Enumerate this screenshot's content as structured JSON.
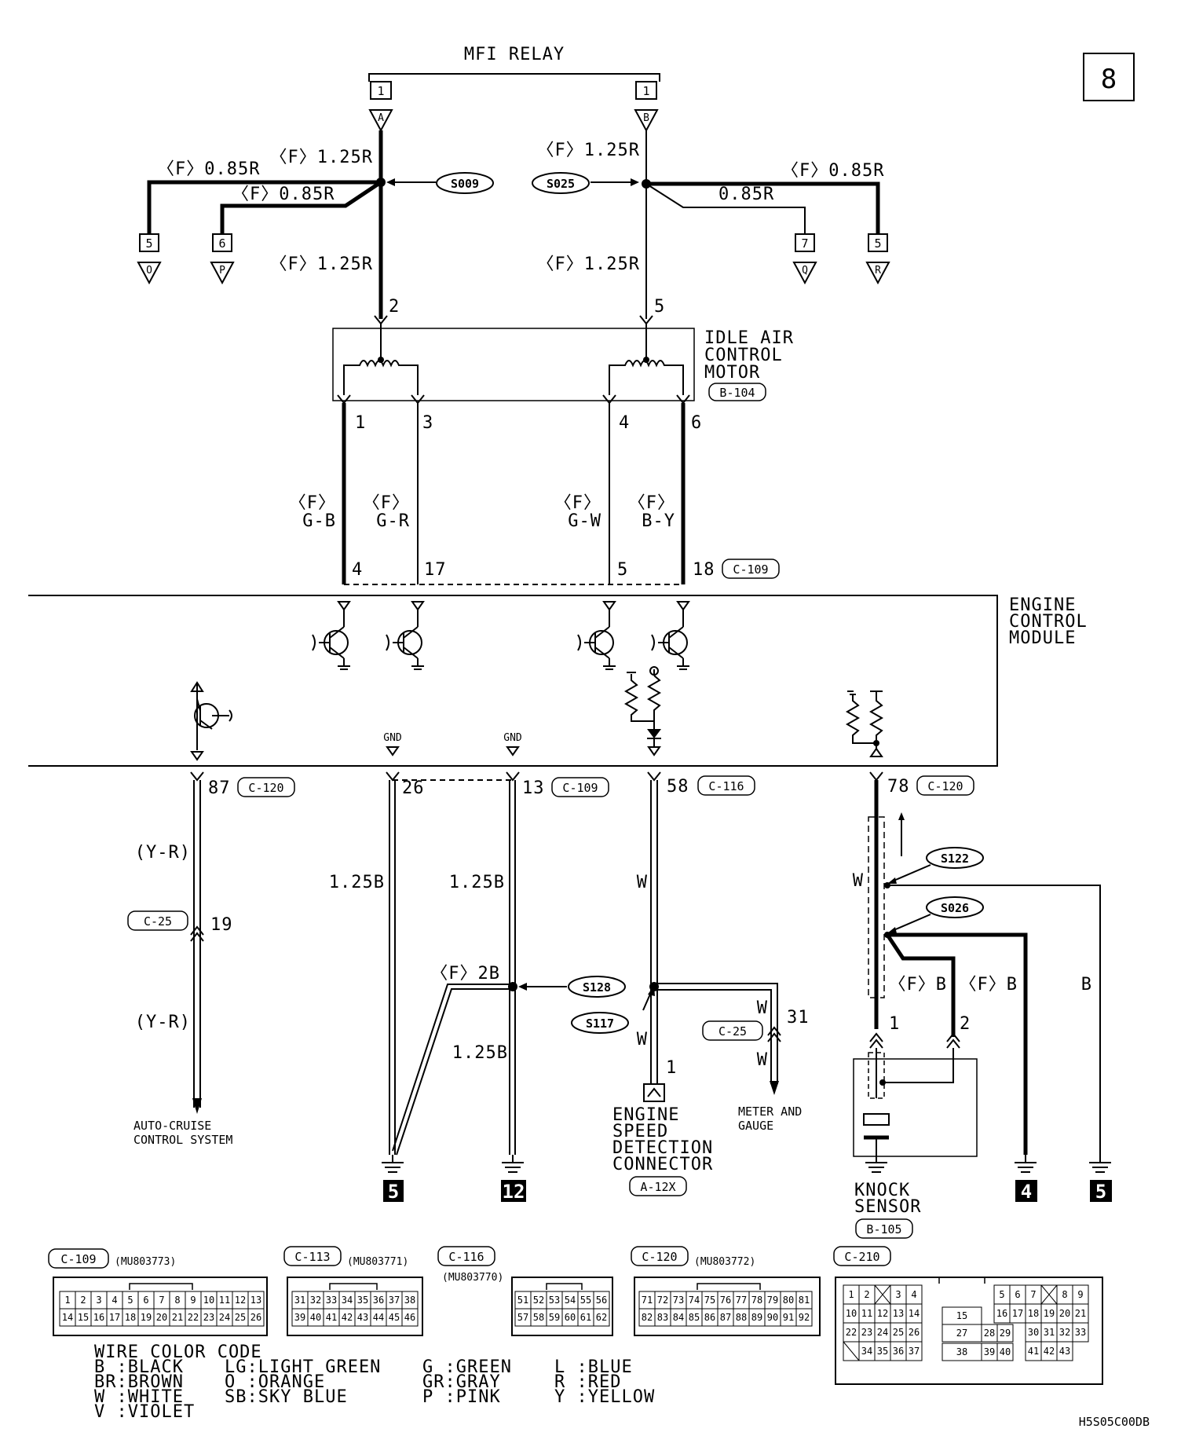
{
  "page_number": "8",
  "diagram_code": "H5S05C00DB",
  "relay": {
    "title": "MFI RELAY",
    "connector_left": "1",
    "connector_right": "1",
    "terminal_left": "A",
    "terminal_right": "B"
  },
  "splices": {
    "s009": "S009",
    "s025": "S025",
    "s128": "S128",
    "s117": "S117",
    "s122": "S122",
    "s026": "S026"
  },
  "wires": {
    "l_top": "〈F〉1.25R",
    "l_mid": "〈F〉1.25R",
    "l_b1": "〈F〉0.85R",
    "l_b2": "〈F〉0.85R",
    "r_top": "〈F〉1.25R",
    "r_mid": "〈F〉1.25R",
    "r_b1": "0.85R",
    "r_b2": "〈F〉0.85R",
    "gb": "G-B",
    "gr": "G-R",
    "gw": "G-W",
    "by": "B-Y",
    "f_prefix": "〈F〉",
    "yr": "(Y-R)",
    "b125": "1.25B",
    "f2b": "〈F〉2B",
    "w": "W",
    "fb": "〈F〉B",
    "b": "B"
  },
  "offpage": {
    "o_num": "5",
    "o_ltr": "O",
    "p_num": "6",
    "p_ltr": "P",
    "q_num": "7",
    "q_ltr": "Q",
    "r_num": "5",
    "r_ltr": "R"
  },
  "iac": {
    "title_1": "IDLE AIR",
    "title_2": "CONTROL",
    "title_3": "MOTOR",
    "connector": "B-104",
    "pin_2": "2",
    "pin_5": "5",
    "pin_1": "1",
    "pin_3": "3",
    "pin_4": "4",
    "pin_6": "6"
  },
  "ecm": {
    "title_1": "ENGINE",
    "title_2": "CONTROL",
    "title_3": "MODULE",
    "gnd": "GND",
    "pin_4": "4",
    "pin_17": "17",
    "pin_5": "5",
    "pin_18": "18",
    "conn_c109_top": "C-109",
    "pin_87": "87",
    "pin_26": "26",
    "pin_13": "13",
    "pin_58": "58",
    "pin_78": "78",
    "conn_c120": "C-120",
    "conn_c109": "C-109",
    "conn_c116": "C-116",
    "conn_c120b": "C-120"
  },
  "bottom": {
    "c25": "C-25",
    "pin_19": "19",
    "pin_31": "31",
    "pin_1": "1",
    "pin_1b": "1",
    "pin_2": "2",
    "cruise_1": "AUTO-CRUISE",
    "cruise_2": "CONTROL SYSTEM",
    "esd_1": "ENGINE",
    "esd_2": "SPEED",
    "esd_3": "DETECTION",
    "esd_4": "CONNECTOR",
    "esd_conn": "A-12X",
    "meter_1": "METER AND",
    "meter_2": "GAUGE",
    "knock_1": "KNOCK",
    "knock_2": "SENSOR",
    "knock_conn": "B-105",
    "ground_5a": "5",
    "ground_12": "12",
    "ground_4": "4",
    "ground_5b": "5"
  },
  "connectors": {
    "c109": "C-109",
    "c109_part": "(MU803773)",
    "c113": "C-113",
    "c113_part": "(MU803771)",
    "c116": "C-116",
    "c116_part": "(MU803770)",
    "c120": "C-120",
    "c120_part": "(MU803772)",
    "c210": "C-210"
  },
  "color_code": {
    "title": "WIRE COLOR CODE",
    "col1": [
      "B :BLACK",
      "BR:BROWN",
      "W :WHITE",
      "V :VIOLET"
    ],
    "col2": [
      "LG:LIGHT GREEN",
      "O :ORANGE",
      "SB:SKY BLUE"
    ],
    "col3": [
      "G :GREEN",
      "GR:GRAY",
      "P :PINK"
    ],
    "col4": [
      "L :BLUE",
      "R :RED",
      "Y :YELLOW"
    ]
  }
}
